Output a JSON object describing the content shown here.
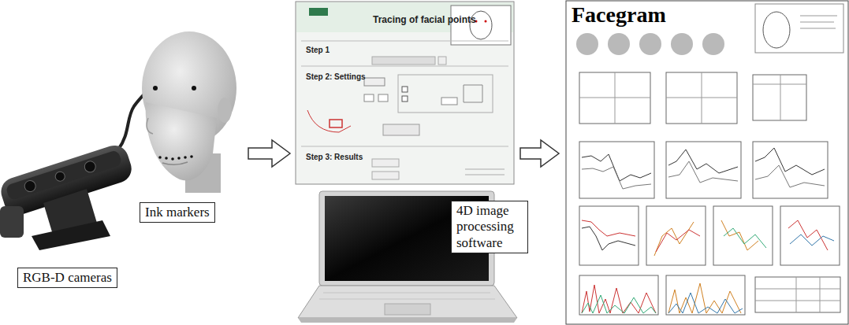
{
  "diagram": {
    "nodes": [
      {
        "text": [
          "RGB-D cameras"
        ]
      },
      {
        "text": [
          "Ink markers"
        ]
      },
      {
        "text": [
          "Tracing of facial points"
        ]
      },
      {
        "text": [
          "4D image processing software"
        ]
      },
      {
        "text": [
          "Facegram"
        ]
      }
    ],
    "edges": [
      {
        "from": 2,
        "to": 4,
        "arrow": "to"
      }
    ],
    "labels": [
      "Step 1",
      "Step 2: Settings",
      "Step 3: Results"
    ]
  }
}
